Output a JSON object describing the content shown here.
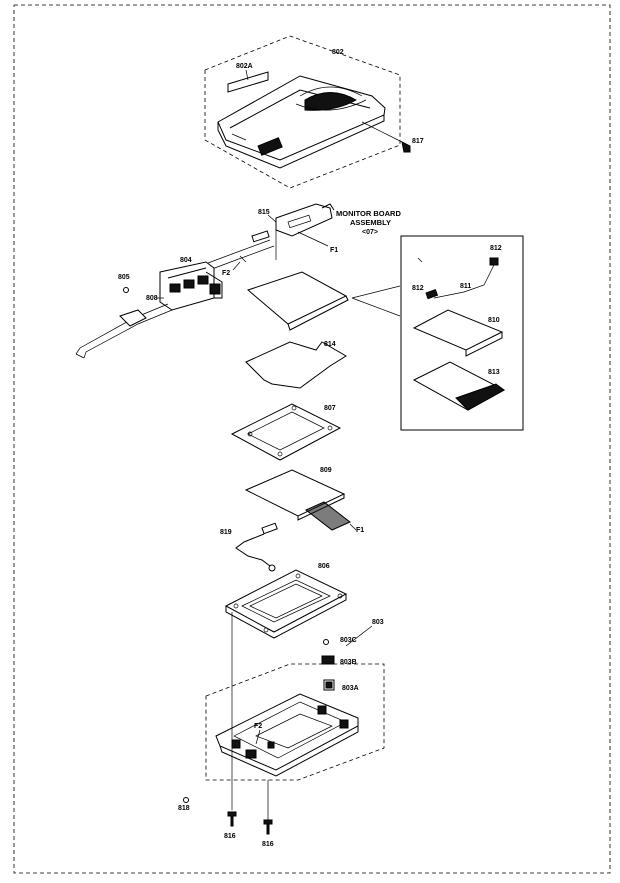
{
  "labels": {
    "p802": "802",
    "p802a": "802A",
    "p817": "817",
    "p815": "815",
    "monitor_l1": "MONITOR BOARD",
    "monitor_l2": "ASSEMBLY",
    "monitor_l3": "<07>",
    "f1_top": "F1",
    "f2_top": "F2",
    "p804": "804",
    "p805": "805",
    "p808": "808",
    "p812_a": "812",
    "p812_b": "812",
    "p811": "811",
    "p810": "810",
    "p813": "813",
    "p814": "814",
    "p807": "807",
    "p809": "809",
    "f1_mid": "F1",
    "p819": "819",
    "p806": "806",
    "p803": "803",
    "p803c": "803C",
    "p803b": "803B",
    "p803a": "803A",
    "f2_bot": "F2",
    "p818": "818",
    "p816_a": "816",
    "p816_b": "816"
  }
}
